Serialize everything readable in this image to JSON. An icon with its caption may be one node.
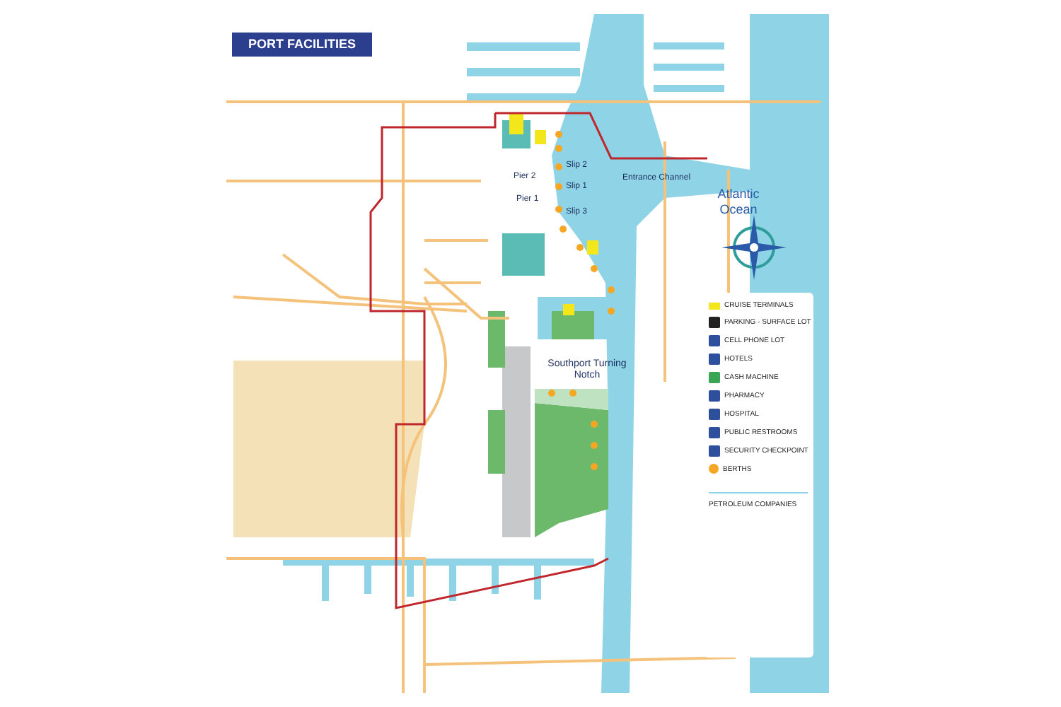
{
  "diagram": {
    "title": "PORT FACILITIES",
    "labels": [
      "Atlantic Ocean",
      "Entrance Channel",
      "Slip 2",
      "Pier 2",
      "Slip 1",
      "Pier 1",
      "Slip 3",
      "Southport Turning Notch"
    ],
    "legend": [
      {
        "text": "CRUISE TERMINALS",
        "color": "#f3e61b"
      },
      {
        "text": "PARKING - SURFACE LOT"
      },
      {
        "text": "CELL PHONE LOT"
      },
      {
        "text": "HOTELS"
      },
      {
        "text": "CASH MACHINE"
      },
      {
        "text": "PHARMACY"
      },
      {
        "text": "HOSPITAL"
      },
      {
        "text": "PUBLIC RESTROOMS"
      },
      {
        "text": "SECURITY CHECKPOINT"
      },
      {
        "text": "BERTHS"
      },
      {
        "text": "PETROLEUM COMPANIES"
      }
    ]
  }
}
